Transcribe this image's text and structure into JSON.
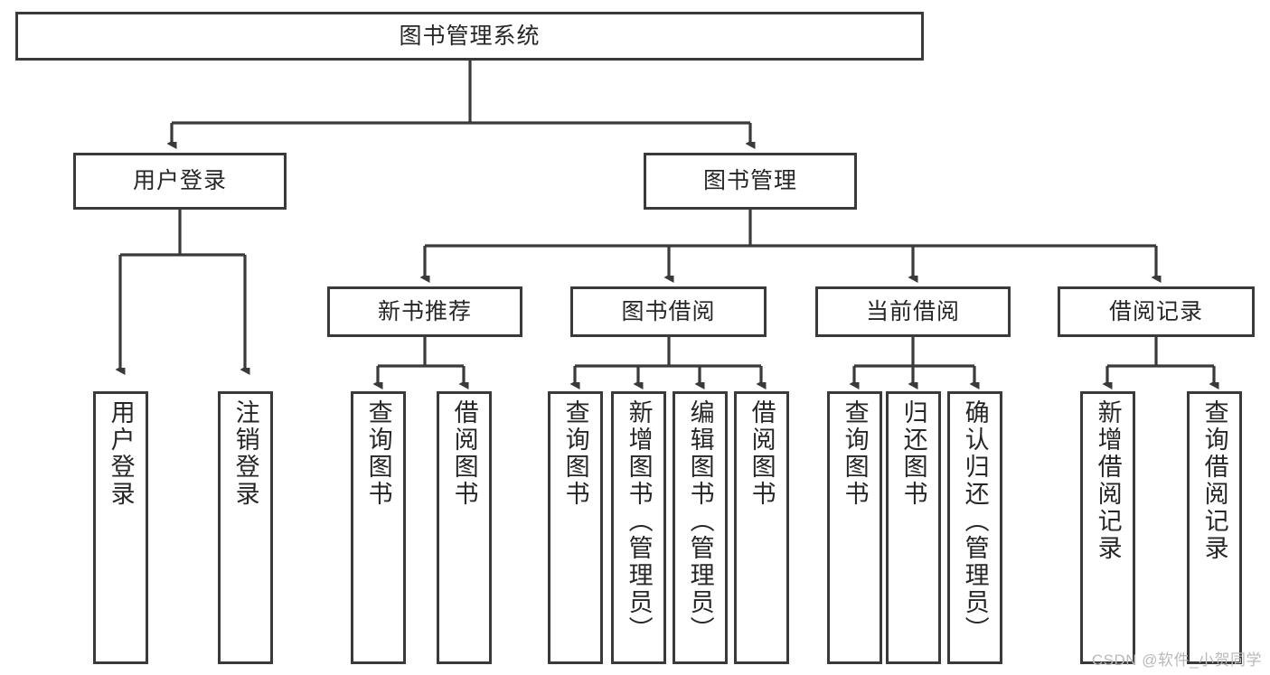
{
  "diagram": {
    "title": "图书管理系统",
    "type": "hierarchy-tree",
    "style": {
      "line_color": "#3a3a3a",
      "box_fill": "#ffffff",
      "text_color": "#262626",
      "background": "#ffffff"
    },
    "root": {
      "label": "图书管理系统"
    },
    "level2": [
      {
        "label": "用户登录"
      },
      {
        "label": "图书管理"
      }
    ],
    "level3": [
      {
        "label": "新书推荐"
      },
      {
        "label": "图书借阅"
      },
      {
        "label": "当前借阅"
      },
      {
        "label": "借阅记录"
      }
    ],
    "leaves": {
      "user_login": [
        {
          "label": "用户登录"
        },
        {
          "label": "注销登录"
        }
      ],
      "new_book_recommend": [
        {
          "label": "查询图书"
        },
        {
          "label": "借阅图书"
        }
      ],
      "book_borrow": [
        {
          "label": "查询图书"
        },
        {
          "label": "新增图书（管理员）"
        },
        {
          "label": "编辑图书（管理员）"
        },
        {
          "label": "借阅图书"
        }
      ],
      "current_borrow": [
        {
          "label": "查询图书"
        },
        {
          "label": "归还图书"
        },
        {
          "label": "确认归还（管理员）"
        }
      ],
      "borrow_record": [
        {
          "label": "新增借阅记录"
        },
        {
          "label": "查询借阅记录"
        }
      ]
    }
  },
  "watermark": {
    "text": "CSDN @软件_小贺同学"
  }
}
